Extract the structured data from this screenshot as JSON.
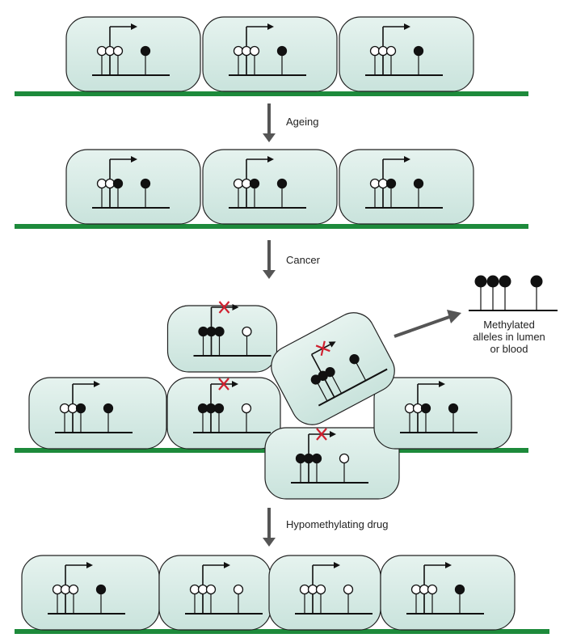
{
  "steps": {
    "ageing": "Ageing",
    "cancer": "Cancer",
    "drug": "Hypomethylating drug"
  },
  "side_note": {
    "line1": "Methylated",
    "line2": "alleles in lumen",
    "line3": "or blood"
  },
  "colors": {
    "cell_fill": "#d6ebe6",
    "membrane": "#1d8a3b",
    "x_mark": "#d0202f"
  },
  "icons": [
    "promoter-arrow-icon",
    "methylated-cpg-icon",
    "unmethylated-cpg-icon",
    "silenced-x-icon",
    "release-arrow-icon",
    "step-arrow-icon"
  ]
}
